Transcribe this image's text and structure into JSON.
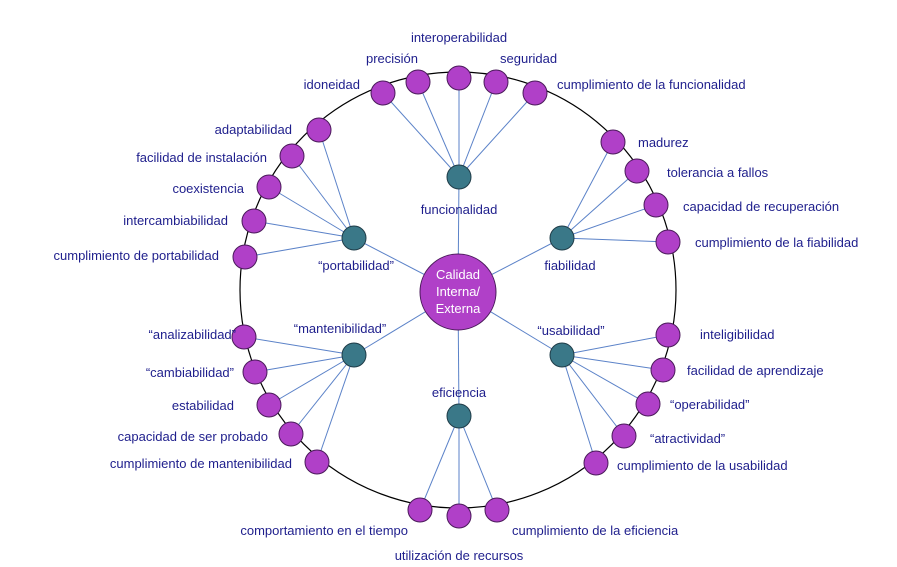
{
  "colors": {
    "leaf_fill": "#b040c8",
    "char_fill": "#3a7888",
    "center_fill": "#b040c8",
    "label_text": "#1e1e8c",
    "line": "#5b82c8",
    "ring": "#000000"
  },
  "center": {
    "lines": [
      "Calidad",
      "Interna/",
      "Externa"
    ]
  },
  "characteristics": [
    {
      "label": "funcionalidad",
      "subs": [
        "idoneidad",
        "precisión",
        "interoperabilidad",
        "seguridad",
        "cumplimiento de la funcionalidad"
      ]
    },
    {
      "label": "fiabilidad",
      "subs": [
        "madurez",
        "tolerancia a fallos",
        "capacidad de recuperación",
        "cumplimiento de la fiabilidad"
      ]
    },
    {
      "label": "“usabilidad”",
      "subs": [
        "inteligibilidad",
        "facilidad de aprendizaje",
        "“operabilidad”",
        "“atractividad”",
        "cumplimiento de la usabilidad"
      ]
    },
    {
      "label": "eficiencia",
      "subs": [
        "comportamiento en el tiempo",
        "utilización de recursos",
        "cumplimiento de la eficiencia"
      ]
    },
    {
      "label": "“mantenibilidad”",
      "subs": [
        "“analizabilidad”",
        "“cambiabilidad”",
        "estabilidad",
        "capacidad de ser probado",
        "cumplimiento de mantenibilidad"
      ]
    },
    {
      "label": "“portabilidad”",
      "subs": [
        "adaptabilidad",
        "facilidad de instalación",
        "coexistencia",
        "intercambiabilidad",
        "cumplimiento de portabilidad"
      ]
    }
  ]
}
